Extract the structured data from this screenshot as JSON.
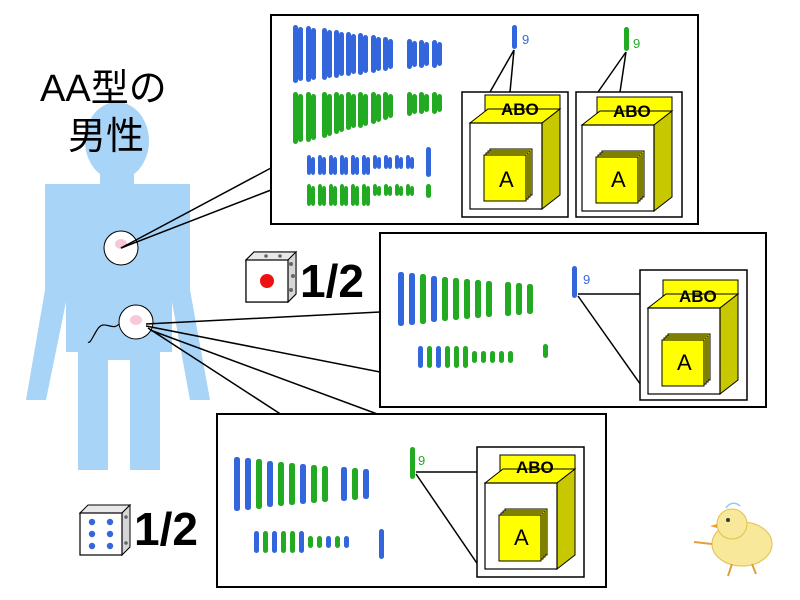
{
  "title": {
    "line1": "AA型の",
    "line2": "男性"
  },
  "panels": [
    {
      "kind": "cell",
      "boxes": [
        {
          "cube_label": "ABO",
          "gene_label": "A"
        },
        {
          "cube_label": "ABO",
          "gene_label": "A"
        }
      ],
      "chromosome_labels": [
        "9",
        "9"
      ]
    },
    {
      "kind": "gamete",
      "probability": "1/2",
      "die": "one-pip",
      "chromosome_label": "9",
      "box": {
        "cube_label": "ABO",
        "gene_label": "A"
      }
    },
    {
      "kind": "gamete",
      "probability": "1/2",
      "die": "six-pips",
      "chromosome_label": "9",
      "box": {
        "cube_label": "ABO",
        "gene_label": "A"
      }
    }
  ],
  "colors": {
    "body": "#a8d4f7",
    "chrom_blue": "#3366dd",
    "chrom_green": "#22aa22",
    "yellow": "#ffff00",
    "dark_yellow": "#c8c800",
    "red_pip": "#ee1111",
    "blue_pip": "#3366dd",
    "pink": "#f7b8c8"
  }
}
